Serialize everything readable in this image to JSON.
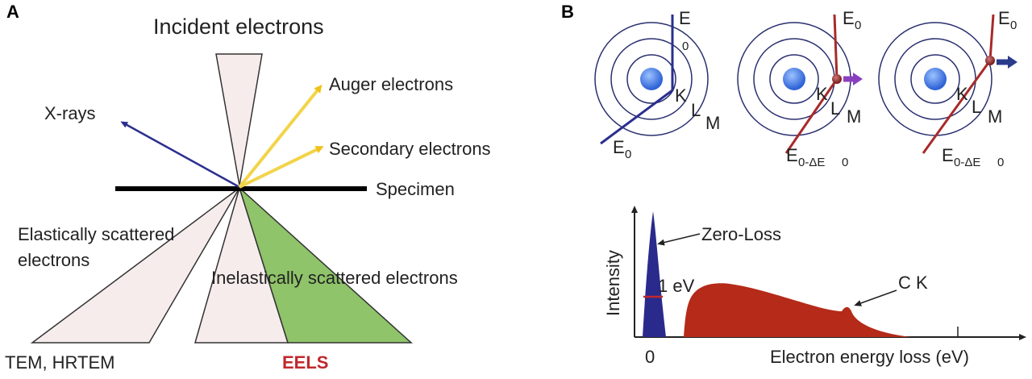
{
  "panel_a": {
    "panel_label": "A",
    "title": "Incident electrons",
    "xrays": "X-rays",
    "auger": "Auger electrons",
    "secondary": "Secondary electrons",
    "specimen": "Specimen",
    "elastic_line1": "Elastically scattered",
    "elastic_line2": "electrons",
    "inelastic": "Inelastically scattered electrons",
    "tem": "TEM, HRTEM",
    "eels": "EELS",
    "eels_color": "#c0282d",
    "green_fill": "#8fc46a",
    "pink_fill": "#f7ecec",
    "xray_color": "#2b2f8f",
    "arrow_color": "#f2d44a"
  },
  "panel_b": {
    "panel_label": "B",
    "atoms": [
      {
        "shells": [
          "K",
          "L",
          "M"
        ],
        "beam_in": "E",
        "beam_in_sub": "0",
        "beam_out": "E",
        "beam_out_sub": "0"
      },
      {
        "shells": [
          "K",
          "L",
          "M"
        ],
        "beam_in": "E",
        "beam_in_sub": "0",
        "beam_out": "E",
        "beam_out_sub": "0-ΔE",
        "beam_out_sub2": "0"
      },
      {
        "shells": [
          "K",
          "L",
          "M"
        ],
        "beam_in": "E",
        "beam_in_sub": "0",
        "beam_out": "E",
        "beam_out_sub": "0-ΔE",
        "beam_out_sub2": "0"
      }
    ],
    "spectrum": {
      "ylabel": "Intensity",
      "xlabel": "Electron energy loss (eV)",
      "x_tick": "0",
      "zero_loss": "Zero-Loss",
      "fwhm": "1 eV",
      "edge": "C K",
      "zero_loss_color": "#2a2a8c",
      "loss_color": "#b52a18"
    }
  }
}
